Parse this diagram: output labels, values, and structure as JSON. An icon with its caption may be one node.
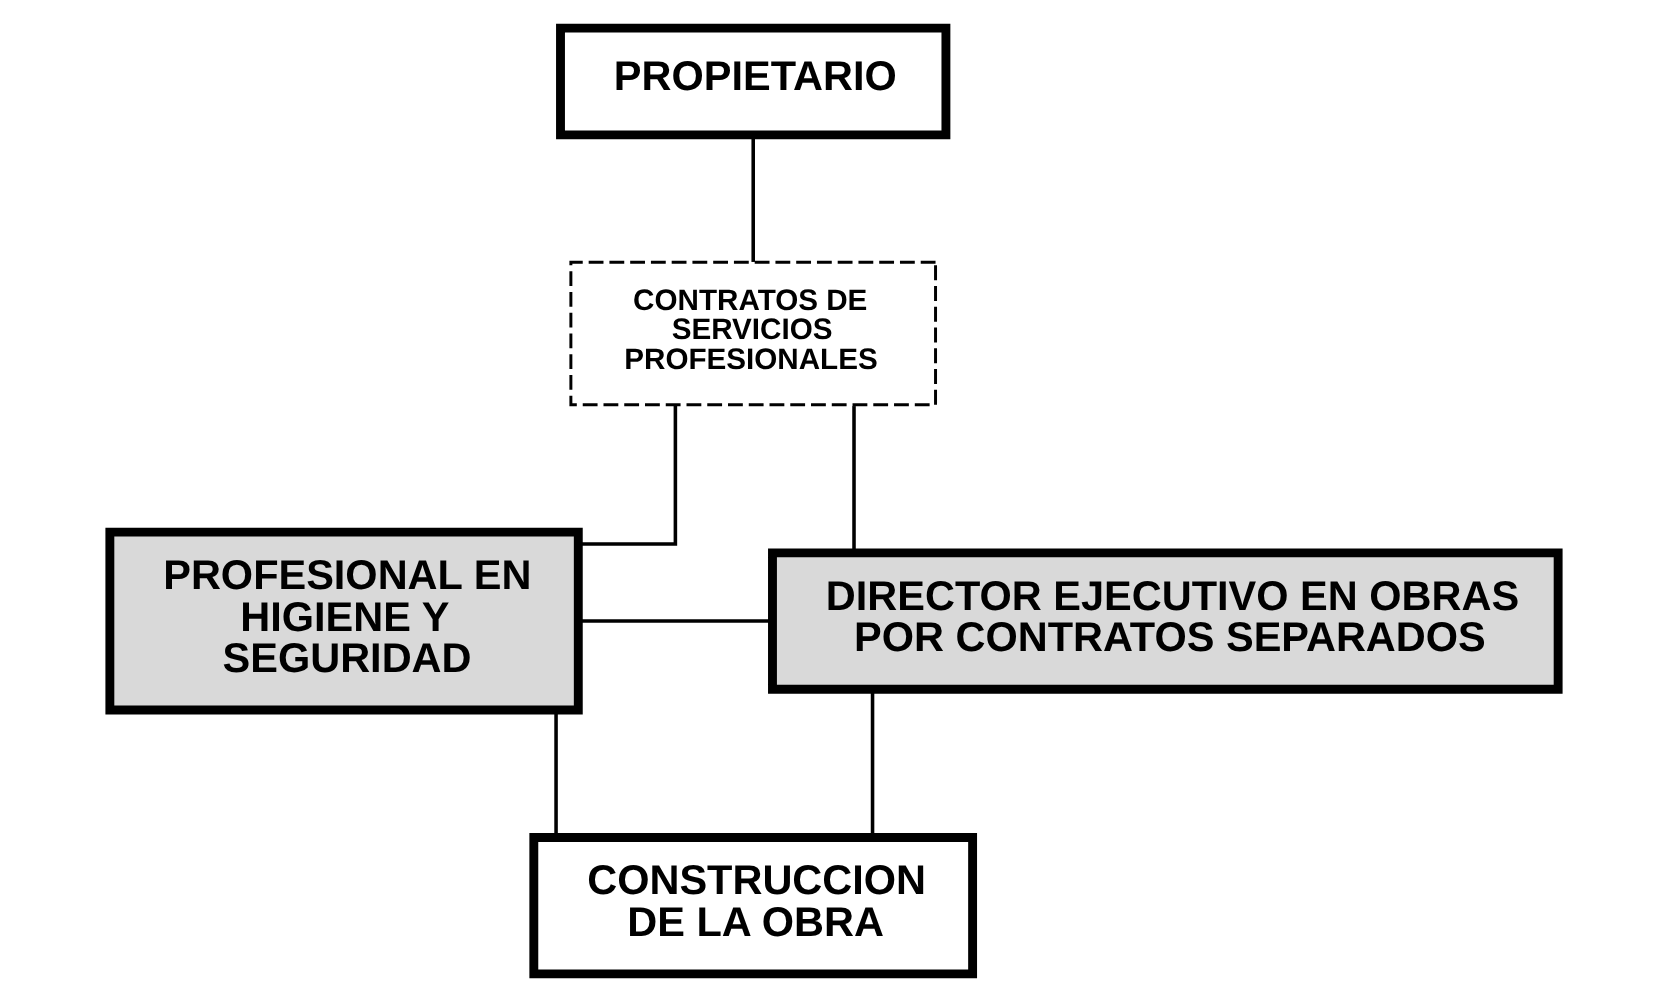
{
  "diagram": {
    "nodes": [
      {
        "text": [
          "PROPIETARIO"
        ]
      },
      {
        "text": [
          "CONTRATOS DE SERVICIOS PROFESIONALES"
        ]
      },
      {
        "text": [
          "PROFESIONAL EN HIGIENE Y SEGURIDAD"
        ]
      },
      {
        "text": [
          "DIRECTOR EJECUTIVO EN OBRAS POR CONTRATOS SEPARADOS"
        ]
      },
      {
        "text": [
          "CONSTRUCCION DE LA OBRA"
        ]
      }
    ],
    "edges": [
      {
        "from": 0,
        "to": 1,
        "arrow": "none"
      },
      {
        "from": 1,
        "to": 2,
        "arrow": "none"
      },
      {
        "from": 1,
        "to": 3,
        "arrow": "none"
      },
      {
        "from": 2,
        "to": 3,
        "arrow": "none"
      },
      {
        "from": 3,
        "to": 4,
        "arrow": "none"
      },
      {
        "from": 2,
        "to": 4,
        "arrow": "none"
      }
    ]
  }
}
